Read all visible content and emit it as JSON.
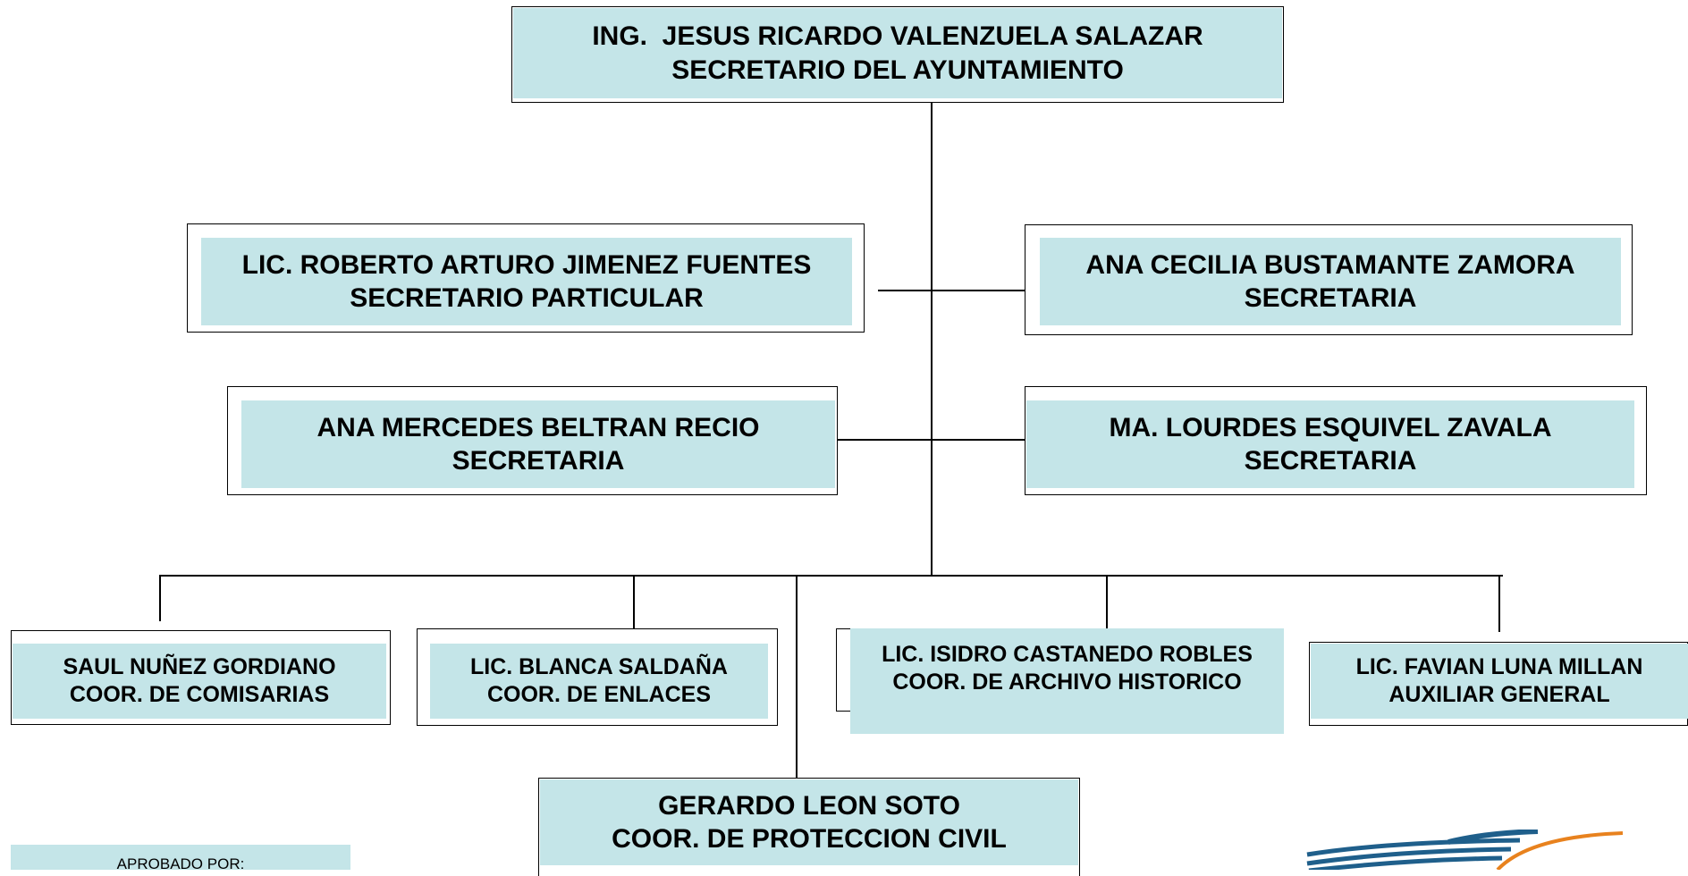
{
  "org_chart": {
    "head": {
      "name": "ING.  JESUS RICARDO VALENZUELA SALAZAR",
      "title": "SECRETARIO DEL AYUNTAMIENTO"
    },
    "staff_left_1": {
      "name": "LIC. ROBERTO ARTURO JIMENEZ FUENTES",
      "title": "SECRETARIO PARTICULAR"
    },
    "staff_right_1": {
      "name": "ANA CECILIA BUSTAMANTE ZAMORA",
      "title": "SECRETARIA"
    },
    "staff_left_2": {
      "name": "ANA MERCEDES BELTRAN RECIO",
      "title": "SECRETARIA"
    },
    "staff_right_2": {
      "name": "MA. LOURDES ESQUIVEL ZAVALA",
      "title": "SECRETARIA"
    },
    "coord_1": {
      "name": "SAUL NUÑEZ GORDIANO",
      "title": "COOR. DE COMISARIAS"
    },
    "coord_2": {
      "name": "LIC. BLANCA SALDAÑA",
      "title": "COOR. DE ENLACES"
    },
    "coord_3": {
      "name": "LIC. ISIDRO CASTANEDO ROBLES",
      "title": "COOR. DE ARCHIVO HISTORICO"
    },
    "coord_4": {
      "name": "LIC. FAVIAN LUNA MILLAN",
      "title": "AUXILIAR GENERAL"
    },
    "coord_5": {
      "name": "GERARDO LEON SOTO",
      "title": "COOR. DE PROTECCION CIVIL"
    }
  },
  "approval_note": "APROBADO POR:",
  "colors": {
    "box_fill": "#c4e5e8",
    "line": "#000000",
    "logo_blue": "#1f5f8b",
    "logo_orange": "#e8821e"
  },
  "icons": {
    "logo": "municipal-logo-icon"
  }
}
